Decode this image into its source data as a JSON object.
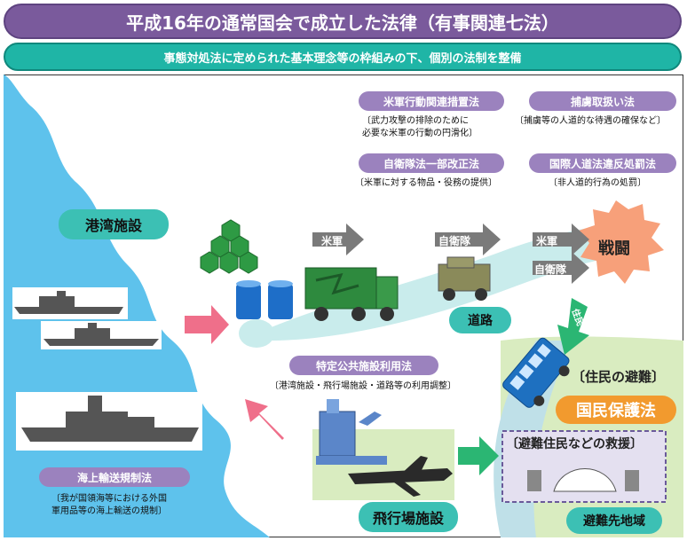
{
  "header": {
    "title": "平成16年の通常国会で成立した法律（有事関連七法）",
    "subtitle": "事態対処法に定められた基本理念等の枠組みの下、個別の法制を整備"
  },
  "laws": {
    "usf": {
      "name": "米軍行動関連措置法",
      "note1": "〔武力攻撃の排除のために",
      "note2": "必要な米軍の行動の円滑化〕"
    },
    "pow": {
      "name": "捕虜取扱い法",
      "note1": "〔捕虜等の人道的な待遇の確保など〕"
    },
    "sdf": {
      "name": "自衛隊法一部改正法",
      "note1": "〔米軍に対する物品・役務の提供〕"
    },
    "ihl": {
      "name": "国際人道法違反処罰法",
      "note1": "〔非人道的行為の処罰〕"
    },
    "facilities": {
      "name": "特定公共施設利用法",
      "note1": "〔港湾施設・飛行場施設・道路等の利用調整〕"
    },
    "maritime": {
      "name": "海上輸送規制法",
      "note1": "〔我が国領海等における外国",
      "note2": "軍用品等の海上輸送の規制〕"
    },
    "civil": {
      "name": "国民保護法"
    }
  },
  "places": {
    "port": "港湾施設",
    "road": "道路",
    "airport": "飛行場施設",
    "evac_area": "避難先地域"
  },
  "flow": {
    "usf_arrow": "米軍",
    "sdf_arrow": "自衛隊",
    "usf_arrow2": "米軍",
    "sdf_arrow2": "自衛隊",
    "combat": "戦闘",
    "residents_arrow": "住民",
    "evacuation": "〔住民の避難〕",
    "rescue": "〔避難住民などの救援〕"
  },
  "colors": {
    "title_purple": "#7a5a9c",
    "subtitle_teal": "#1fb5a6",
    "law_pill": "#9b82be",
    "place_pill": "#3cc0b4",
    "civil_orange": "#f29a2e",
    "combat_burst": "#f7a07a",
    "arrow_pink": "#ef6f8a",
    "arrow_green": "#2bb673",
    "arrow_gray": "#7a7a7a"
  }
}
